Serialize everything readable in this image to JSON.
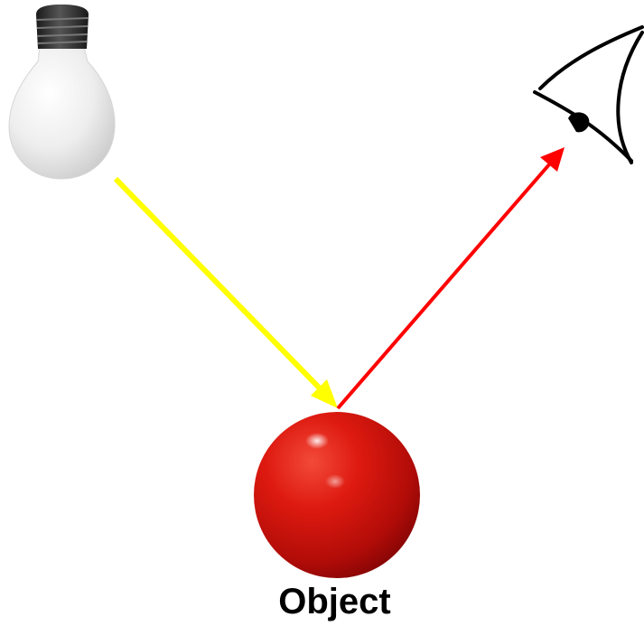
{
  "labels": {
    "object": "Object"
  },
  "figures": {
    "light_source": "light-bulb",
    "observer": "eye",
    "object": "red-sphere"
  },
  "colors": {
    "incident_ray": "#ffff00",
    "reflected_ray": "#ff0000",
    "sphere": "#d01010",
    "bulb_glass": "#e8e8e8",
    "bulb_base": "#2a2a2a",
    "label_text": "#000000"
  }
}
